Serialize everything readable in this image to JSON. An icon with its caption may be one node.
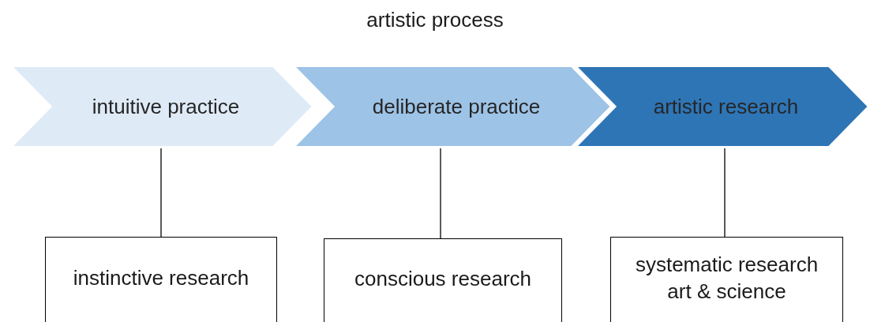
{
  "diagram": {
    "title": "artistic process",
    "nodes": [
      {
        "text": [
          "intuitive practice"
        ]
      },
      {
        "text": [
          "deliberate practice"
        ]
      },
      {
        "text": [
          "artistic research"
        ]
      },
      {
        "text": [
          "instinctive research"
        ]
      },
      {
        "text": [
          "conscious research"
        ]
      },
      {
        "text": [
          "systematic research",
          "art & science"
        ]
      }
    ],
    "edges": [
      {
        "from": 0,
        "to": 3,
        "arrow": "none"
      },
      {
        "from": 1,
        "to": 4,
        "arrow": "none"
      },
      {
        "from": 2,
        "to": 5,
        "arrow": "none"
      }
    ]
  }
}
